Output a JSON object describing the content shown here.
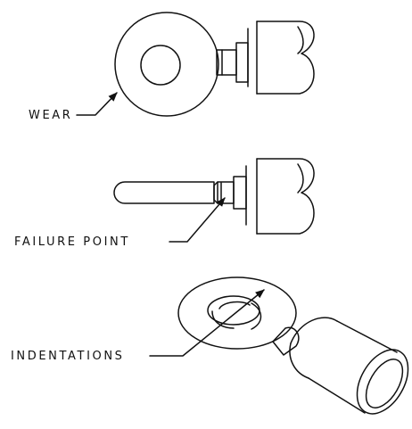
{
  "labels": {
    "wear": "WEAR",
    "failure_point": "FAILURE POINT",
    "indentations": "INDENTATIONS"
  },
  "colors": {
    "ink": "#111111",
    "background": "#ffffff"
  }
}
